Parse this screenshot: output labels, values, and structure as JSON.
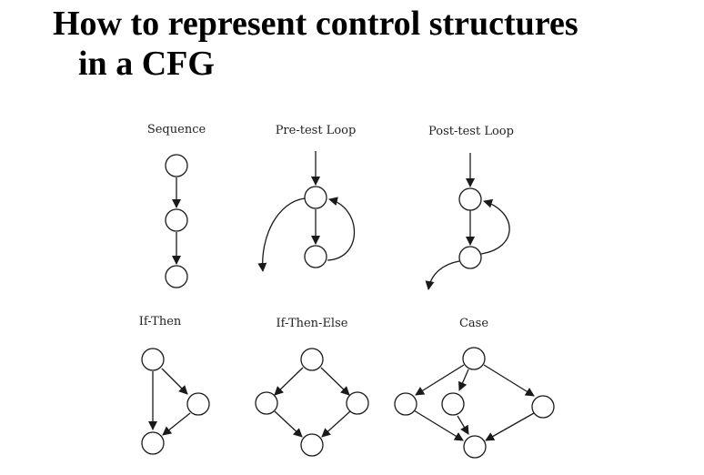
{
  "slide": {
    "title_line_1": "How to represent control structures",
    "title_line_2": "in a CFG"
  },
  "colors": {
    "ink": "#1a1a1a",
    "background": "#ffffff"
  },
  "diagrams": {
    "sequence": {
      "label": "Sequence"
    },
    "pretest_loop": {
      "label": "Pre-test Loop"
    },
    "posttest_loop": {
      "label": "Post-test Loop"
    },
    "if_then": {
      "label": "If-Then"
    },
    "if_then_else": {
      "label": "If-Then-Else"
    },
    "case": {
      "label": "Case"
    }
  }
}
